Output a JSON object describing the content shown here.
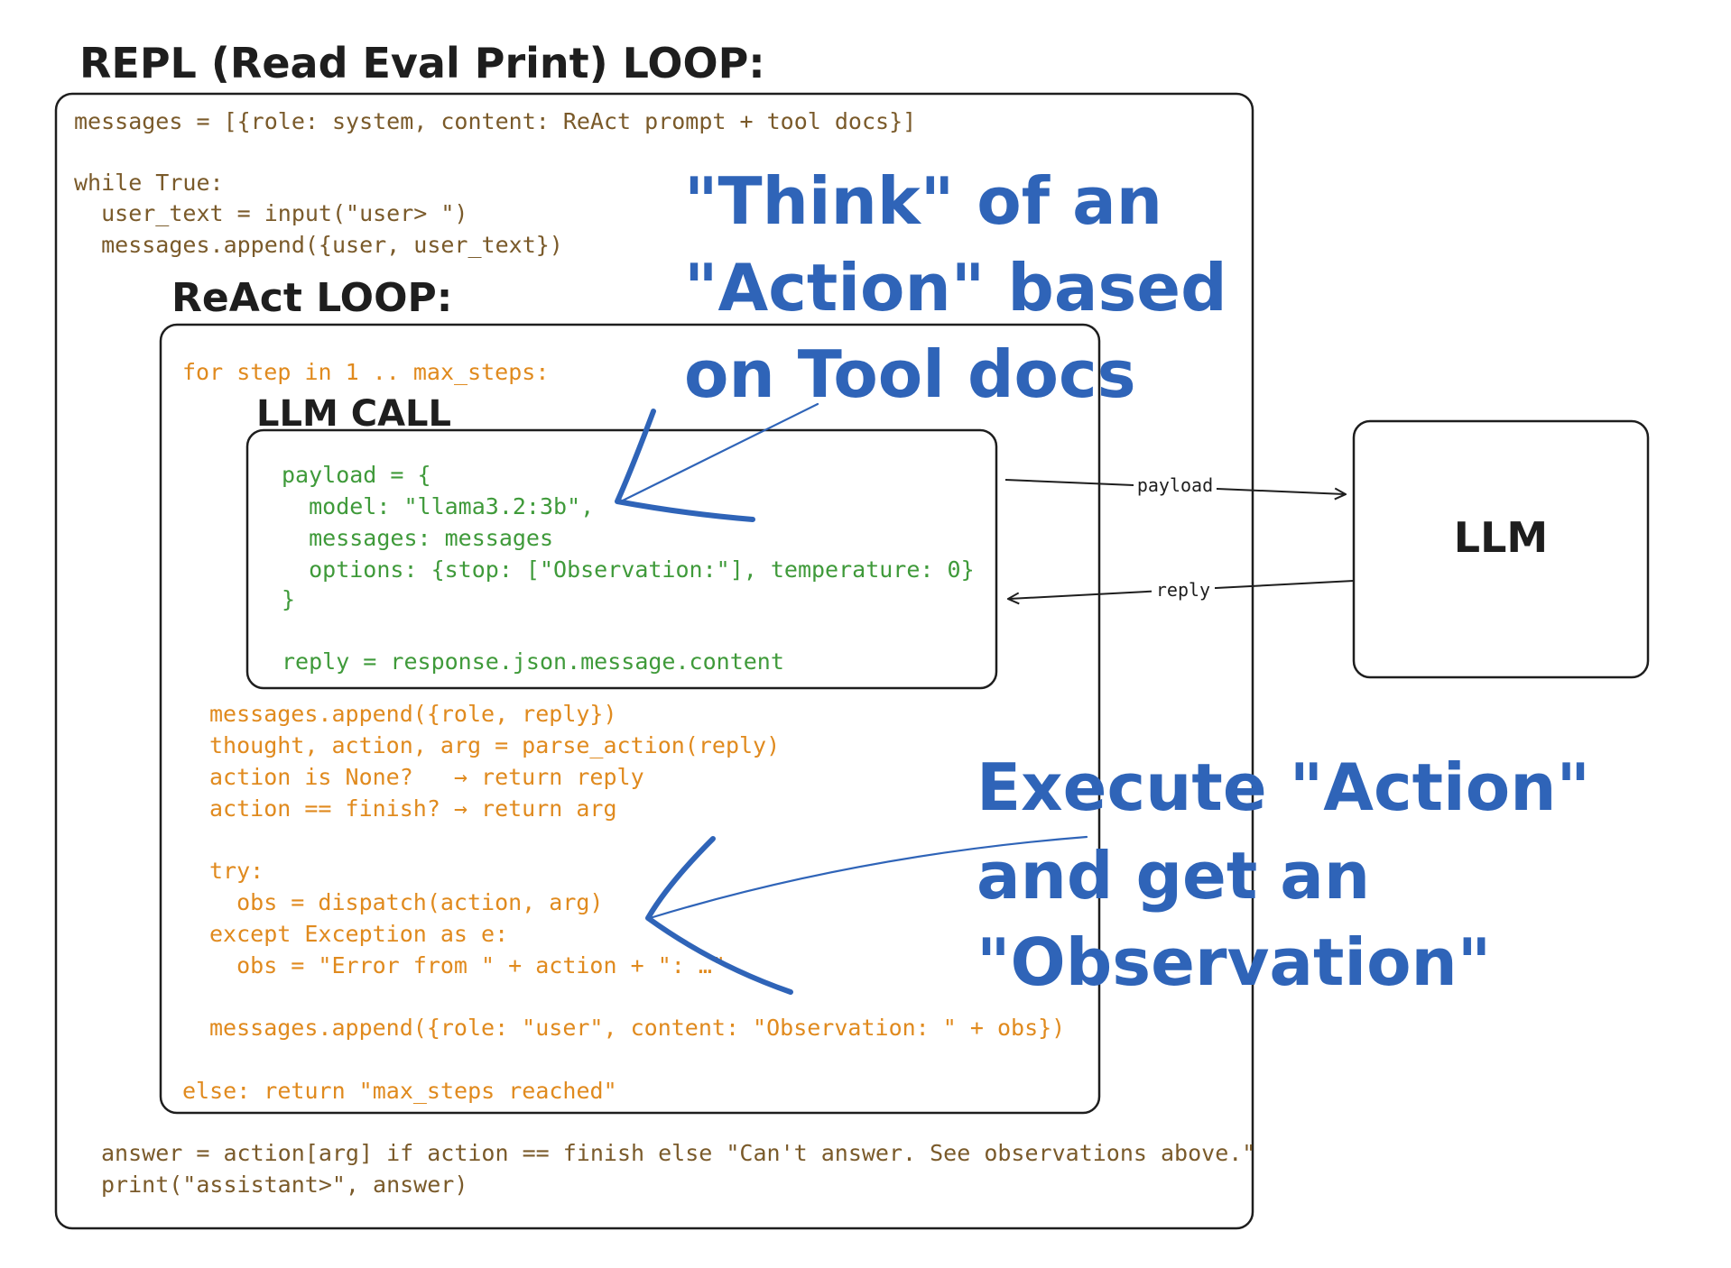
{
  "titles": {
    "repl": "REPL (Read Eval Print) LOOP:",
    "react": "ReAct LOOP:",
    "llm_call": "LLM CALL",
    "llm_box": "LLM"
  },
  "repl_code_top": [
    "messages = [{role: system, content: ReAct prompt + tool docs}]",
    "",
    "while True:",
    "  user_text = input(\"user> \")",
    "  messages.append({user, user_text})"
  ],
  "react_code_header": "for step in 1 .. max_steps:",
  "llm_call_code": [
    "payload = {",
    "  model: \"llama3.2:3b\",",
    "  messages: messages",
    "  options: {stop: [\"Observation:\"], temperature: 0}",
    "}",
    "",
    "reply = response.json.message.content"
  ],
  "react_code_body": [
    "messages.append({role, reply})",
    "thought, action, arg = parse_action(reply)",
    "action is None?   → return reply",
    "action == finish? → return arg",
    "",
    "try:",
    "  obs = dispatch(action, arg)",
    "except Exception as e:",
    "  obs = \"Error from \" + action + \": …\"",
    "",
    "messages.append({role: \"user\", content: \"Observation: \" + obs})"
  ],
  "react_code_footer": "else: return \"max_steps reached\"",
  "repl_code_bottom": [
    "answer = action[arg] if action == finish else \"Can't answer. See observations above.\"",
    "print(\"assistant>\", answer)"
  ],
  "edges": {
    "payload": "payload",
    "reply": "reply"
  },
  "notes": {
    "think": [
      "\"Think\" of an",
      "\"Action\" based",
      "on Tool docs"
    ],
    "execute": [
      "Execute \"Action\"",
      "and get an",
      "\"Observation\""
    ]
  },
  "colors": {
    "repl_code": "#7a5a2a",
    "react_code": "#e08a1e",
    "llm_code": "#3f9a3a",
    "annotation": "#2f64b8",
    "stroke": "#1e1e1e"
  }
}
